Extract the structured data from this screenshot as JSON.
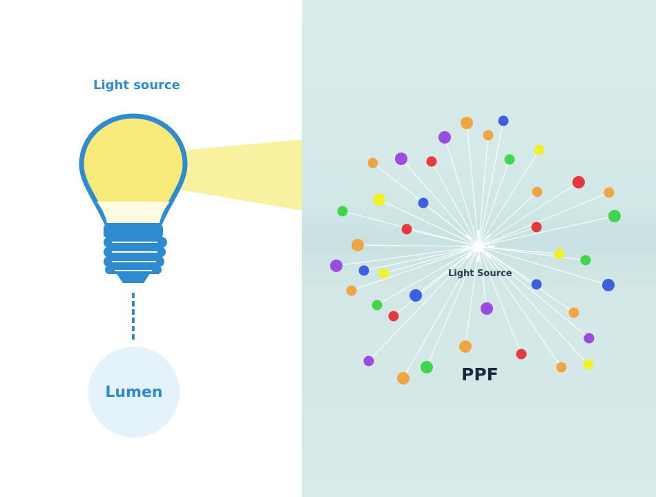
{
  "left": {
    "title": "Light source",
    "measure_label": "Lumen",
    "colors": {
      "accent": "#2e8bd0",
      "bulb_fill": "#f7e97a",
      "beam": "#f8f1a0"
    }
  },
  "right": {
    "center_label": "Light Source",
    "measure_label": "PPF",
    "icon": "sun-icon",
    "photon_colors": [
      "#f2a440",
      "#3b5fe0",
      "#9b4be0",
      "#e8383d",
      "#3fd64b",
      "#f2f029"
    ]
  }
}
